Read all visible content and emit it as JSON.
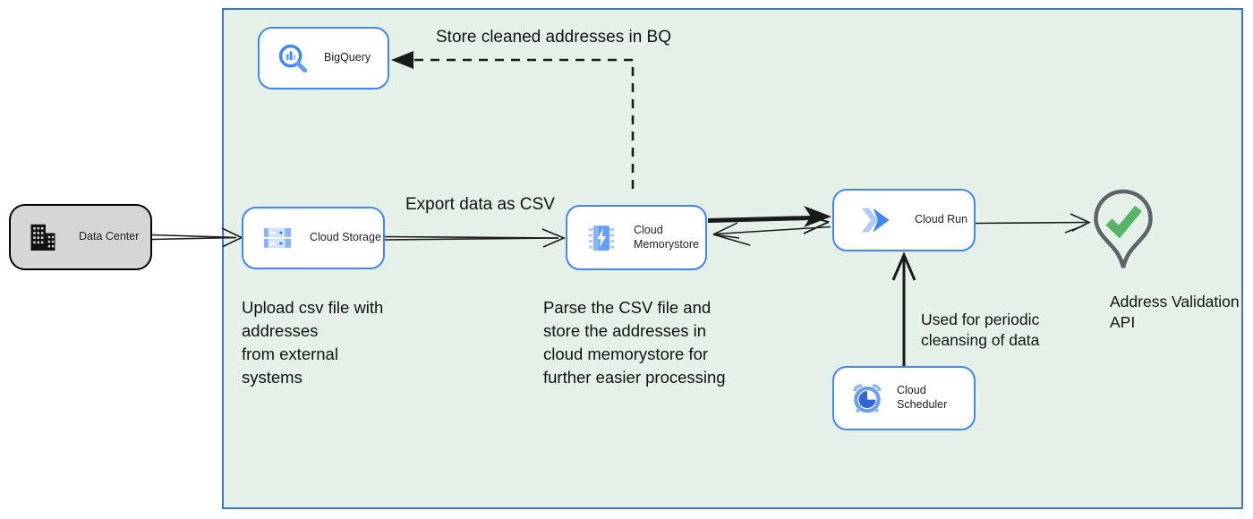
{
  "nodes": {
    "data_center": {
      "label": "Data Center"
    },
    "bigquery": {
      "label": "BigQuery"
    },
    "cloud_storage": {
      "label": "Cloud Storage"
    },
    "cloud_memorystore": {
      "label": "Cloud Memorystore"
    },
    "cloud_run": {
      "label": "Cloud Run"
    },
    "cloud_scheduler": {
      "label": "Cloud Scheduler"
    },
    "address_validation_api": {
      "label": "Address Validation\nAPI"
    }
  },
  "edge_labels": {
    "store_cleaned": "Store cleaned addresses in BQ",
    "export_csv": "Export data as CSV",
    "periodic_cleansing": "Used for periodic\ncleansing of data"
  },
  "annotations": {
    "upload_csv": "Upload csv file with\naddresses\nfrom external\nsystems",
    "parse_csv": "Parse the CSV file and\nstore the addresses in\ncloud  memorystore for\nfurther easier processing"
  },
  "icons": {
    "data_center": "building-icon",
    "bigquery": "magnifier-chart-icon",
    "cloud_storage": "storage-bars-icon",
    "cloud_memorystore": "memory-chip-bolt-icon",
    "cloud_run": "double-chevron-icon",
    "cloud_scheduler": "alarm-clock-icon",
    "address_validation_api": "map-pin-check-icon"
  },
  "colors": {
    "boundary_fill": "#e4f0e8",
    "boundary_border": "#3d79c2",
    "node_border": "#4285f4",
    "node_fill": "#ffffff",
    "datacenter_fill": "#d6d6d6",
    "icon_blue": "#4285f4",
    "icon_blue_mid": "#669df6",
    "icon_blue_light": "#aecbfa",
    "check_green": "#58b368",
    "pin_gray": "#5f6368",
    "arrow_black": "#1a1a1a"
  }
}
